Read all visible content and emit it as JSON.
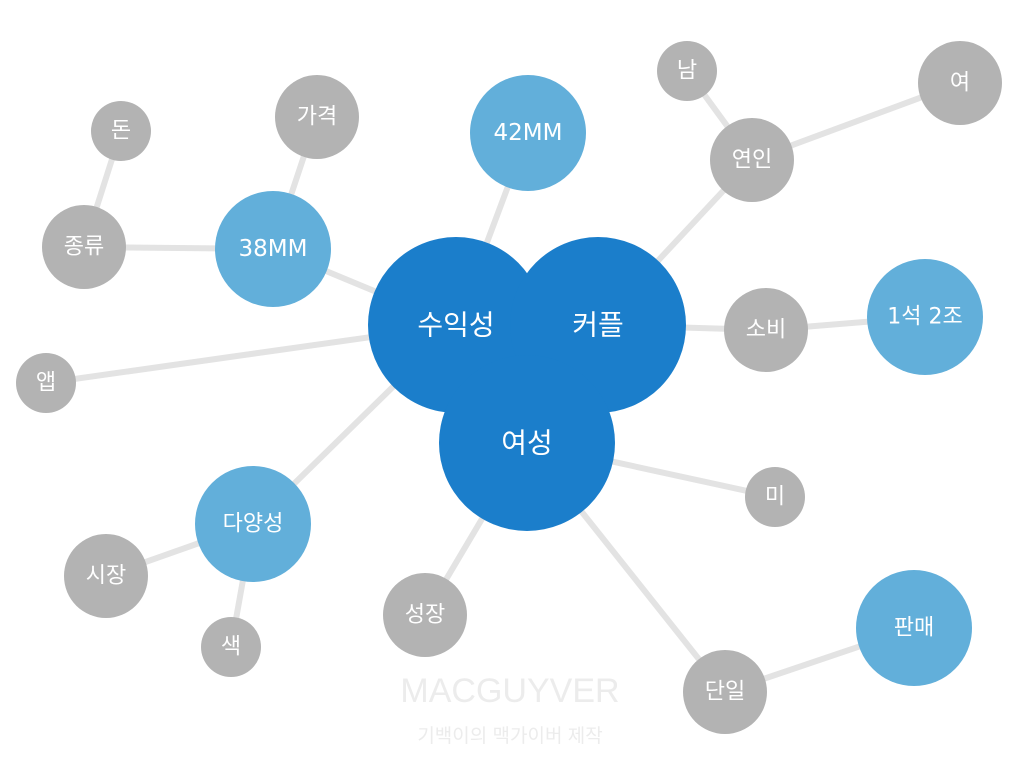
{
  "colors": {
    "center": "#1b7ecb",
    "primary": "#62afda",
    "secondary": "#b3b3b3",
    "edge": "#e3e3e3",
    "watermark": "#ececec"
  },
  "center_nodes": [
    {
      "id": "profit",
      "label": "수익성"
    },
    {
      "id": "couple",
      "label": "커플"
    },
    {
      "id": "female",
      "label": "여성"
    }
  ],
  "nodes": [
    {
      "id": "n42mm",
      "label": "42MM",
      "level": "primary"
    },
    {
      "id": "n38mm",
      "label": "38MM",
      "level": "primary"
    },
    {
      "id": "price",
      "label": "가격",
      "level": "secondary"
    },
    {
      "id": "money",
      "label": "돈",
      "level": "secondary"
    },
    {
      "id": "kind",
      "label": "종류",
      "level": "secondary"
    },
    {
      "id": "app",
      "label": "앱",
      "level": "secondary"
    },
    {
      "id": "diversity",
      "label": "다양성",
      "level": "primary"
    },
    {
      "id": "market",
      "label": "시장",
      "level": "secondary"
    },
    {
      "id": "color",
      "label": "색",
      "level": "secondary"
    },
    {
      "id": "growth",
      "label": "성장",
      "level": "secondary"
    },
    {
      "id": "male",
      "label": "남",
      "level": "secondary"
    },
    {
      "id": "lover",
      "label": "연인",
      "level": "secondary"
    },
    {
      "id": "fem",
      "label": "여",
      "level": "secondary"
    },
    {
      "id": "consume",
      "label": "소비",
      "level": "secondary"
    },
    {
      "id": "twobird",
      "label": "1석 2조",
      "level": "primary"
    },
    {
      "id": "beauty",
      "label": "미",
      "level": "secondary"
    },
    {
      "id": "single",
      "label": "단일",
      "level": "secondary"
    },
    {
      "id": "sales",
      "label": "판매",
      "level": "primary"
    }
  ],
  "edges": [
    [
      "profit",
      "n42mm"
    ],
    [
      "profit",
      "n38mm"
    ],
    [
      "n38mm",
      "price"
    ],
    [
      "n38mm",
      "kind"
    ],
    [
      "kind",
      "money"
    ],
    [
      "profit",
      "app"
    ],
    [
      "profit",
      "diversity"
    ],
    [
      "diversity",
      "market"
    ],
    [
      "diversity",
      "color"
    ],
    [
      "female",
      "growth"
    ],
    [
      "female",
      "beauty"
    ],
    [
      "female",
      "single"
    ],
    [
      "single",
      "sales"
    ],
    [
      "couple",
      "lover"
    ],
    [
      "lover",
      "male"
    ],
    [
      "lover",
      "fem"
    ],
    [
      "couple",
      "consume"
    ],
    [
      "consume",
      "twobird"
    ]
  ],
  "watermark": {
    "brand": "MACGUYVER",
    "credit": "기백이의 맥가이버 제작"
  }
}
